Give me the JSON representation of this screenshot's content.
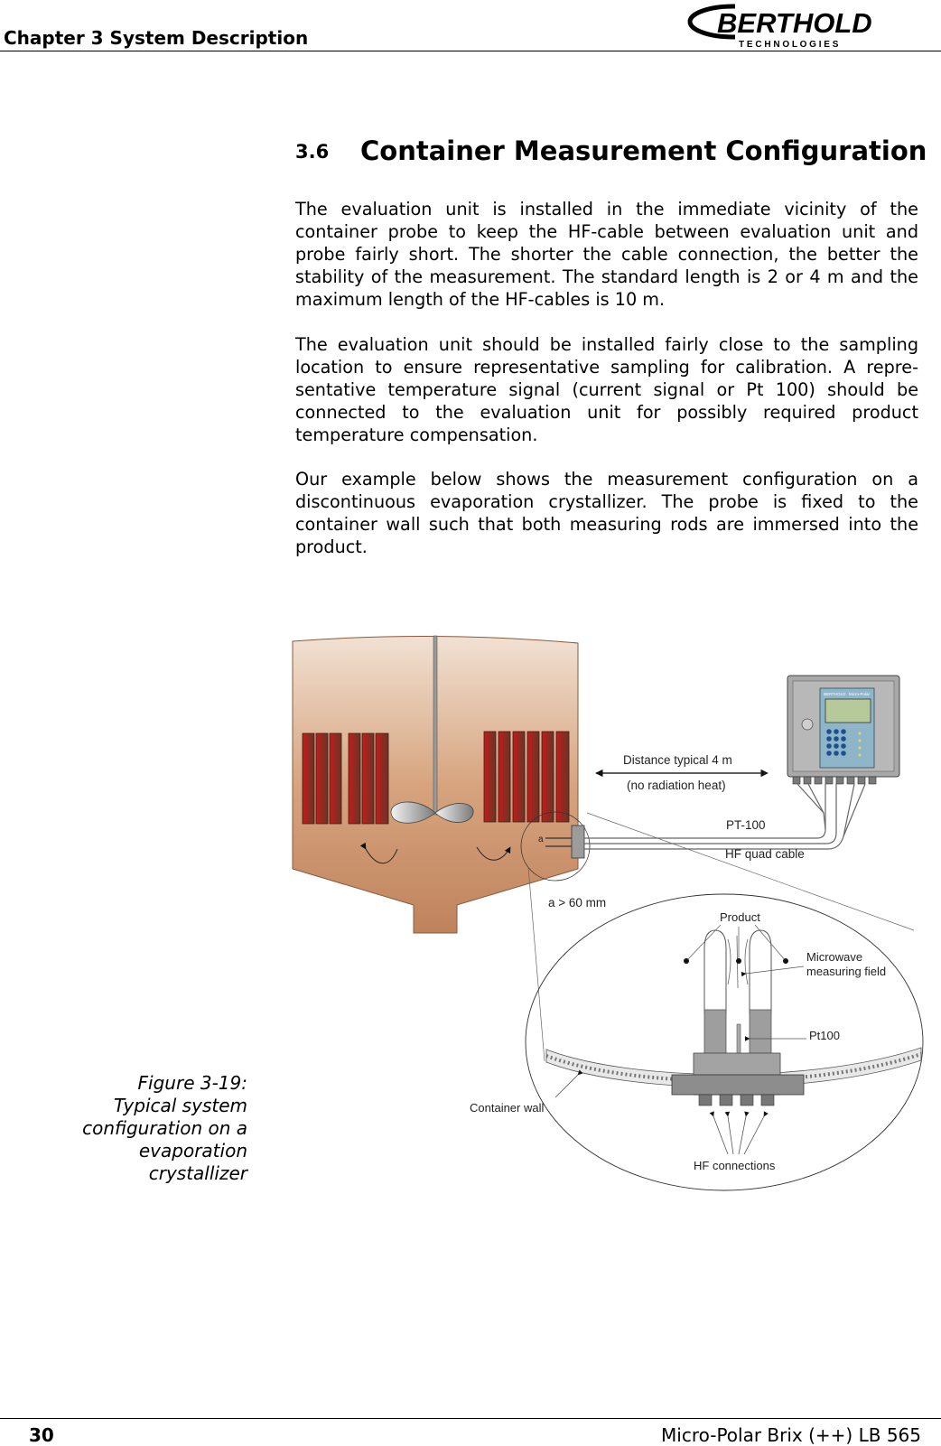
{
  "header": {
    "chapter": "Chapter 3 System Description",
    "logo_main": "BERTHOLD",
    "logo_sub": "T E C H N O L O G I E S"
  },
  "section": {
    "number": "3.6",
    "title": "Container Measurement Configuration"
  },
  "paragraphs": [
    "The evaluation unit is installed in the immediate vicinity of the container probe to keep the HF-cable between evaluation unit and probe fairly short. The shorter the cable connection, the better the stability of the measurement. The standard length is 2 or 4 m and the maximum length of the HF-cables is 10 m.",
    "The evaluation unit should be installed fairly close to the sampling location to ensure representative sampling for calibration. A repre-sentative temperature signal (current signal or Pt 100) should be connected to the evaluation unit for possibly required product temperature compensation.",
    "Our example below shows the measurement configuration on a discontinuous evaporation crystallizer. The probe is fixed to the container wall such that both measuring rods are immersed into the product."
  ],
  "figure": {
    "caption_lines": [
      "Figure 3-19:",
      "Typical system",
      "configuration on a",
      "evaporation",
      "crystallizer"
    ],
    "labels": {
      "distance": "Distance typical 4 m",
      "no_radiation": "(no radiation heat)",
      "pt100_cable": "PT-100",
      "hf_cable": "HF quad cable",
      "a_spec": "a > 60 mm",
      "a_mark": "a",
      "product": "Product",
      "microwave_line1": "Microwave",
      "microwave_line2": "measuring field",
      "pt100_sensor": "Pt100",
      "container_wall": "Container wall",
      "hf_connections": "HF connections",
      "unit_brand": "BERTHOLD",
      "unit_model": "Micro-Polar"
    }
  },
  "footer": {
    "page_number": "30",
    "document": "Micro-Polar Brix (++) LB 565"
  }
}
